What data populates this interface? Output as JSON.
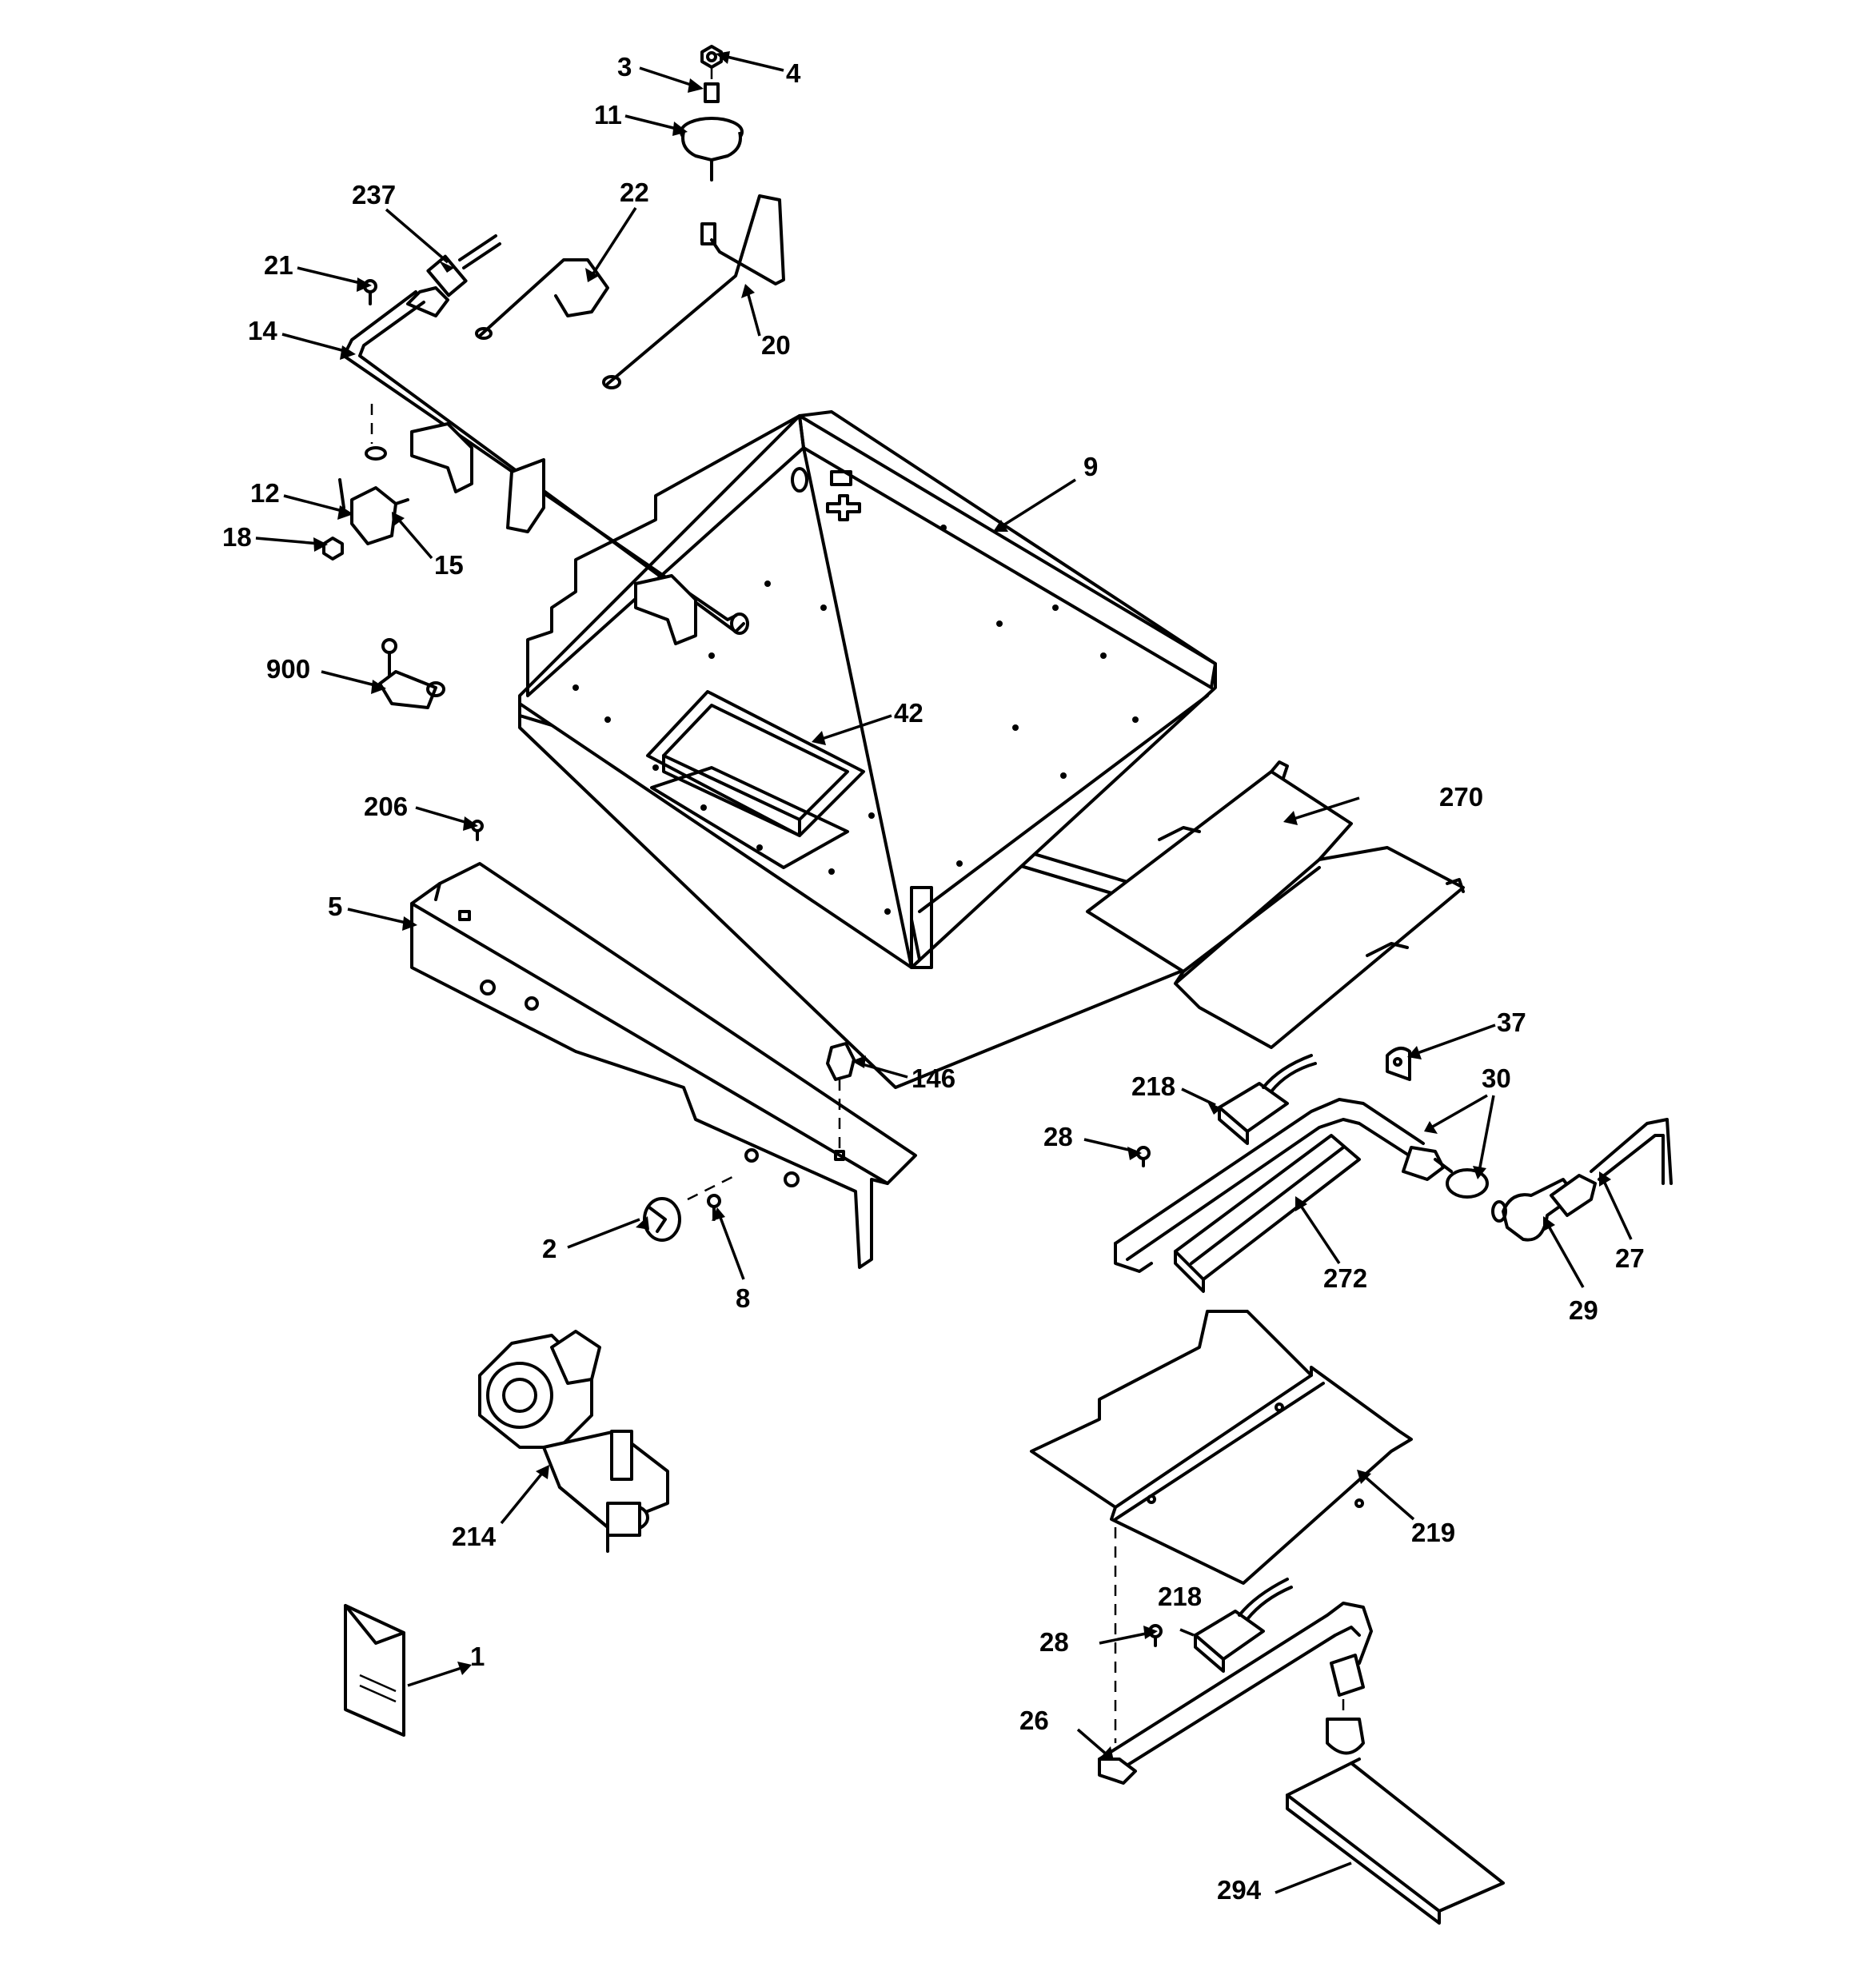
{
  "callouts": {
    "c1": "1",
    "c2": "2",
    "c3": "3",
    "c4": "4",
    "c5": "5",
    "c8": "8",
    "c9": "9",
    "c11": "11",
    "c12": "12",
    "c14": "14",
    "c15": "15",
    "c18": "18",
    "c20": "20",
    "c21": "21",
    "c22": "22",
    "c26": "26",
    "c27": "27",
    "c28a": "28",
    "c28b": "28",
    "c29": "29",
    "c30": "30",
    "c37": "37",
    "c42": "42",
    "c146": "146",
    "c206": "206",
    "c214": "214",
    "c218a": "218",
    "c218b": "218",
    "c219": "219",
    "c237": "237",
    "c270": "270",
    "c272": "272",
    "c294": "294",
    "c900": "900"
  }
}
